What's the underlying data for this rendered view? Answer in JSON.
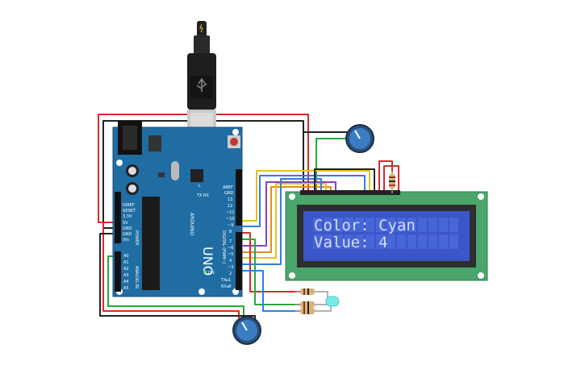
{
  "board": {
    "name": "UNO",
    "brand": "ARDUINO",
    "power_header_label": "POWER",
    "analog_header_label": "ANALOG IN",
    "digital_header_label": "DIGITAL (PWM~)",
    "on_label": "ON",
    "l_label": "L",
    "tx_label": "TX",
    "rx_label": "RX",
    "power_pins": [
      "IOREF",
      "RESET",
      "3.3V",
      "5V",
      "GND",
      "GND",
      "Vin"
    ],
    "analog_pins": [
      "A0",
      "A1",
      "A2",
      "A3",
      "A4",
      "A5"
    ],
    "digital_pins_top": [
      "AREF",
      "GND",
      "13",
      "12",
      "~11",
      "~10",
      "~9",
      "8"
    ],
    "digital_pins_bottom": [
      "7",
      "~6",
      "~5",
      "4",
      "~3",
      "2",
      "TX▸1",
      "RX◂0"
    ],
    "color": "#1f6da3"
  },
  "lcd": {
    "line1": "Color: Cyan",
    "line2": "Value: 4",
    "pcb_color": "#4aa66a",
    "screen_color": "#3a56c8"
  },
  "wires": {
    "red": "#d62b2b",
    "black": "#222222",
    "green": "#2aa83a",
    "yellow": "#e3c21a",
    "blue": "#2f7ee0",
    "purple": "#8a3fc0",
    "orange": "#e58a1e"
  },
  "led": {
    "color": "#7de8e8"
  }
}
